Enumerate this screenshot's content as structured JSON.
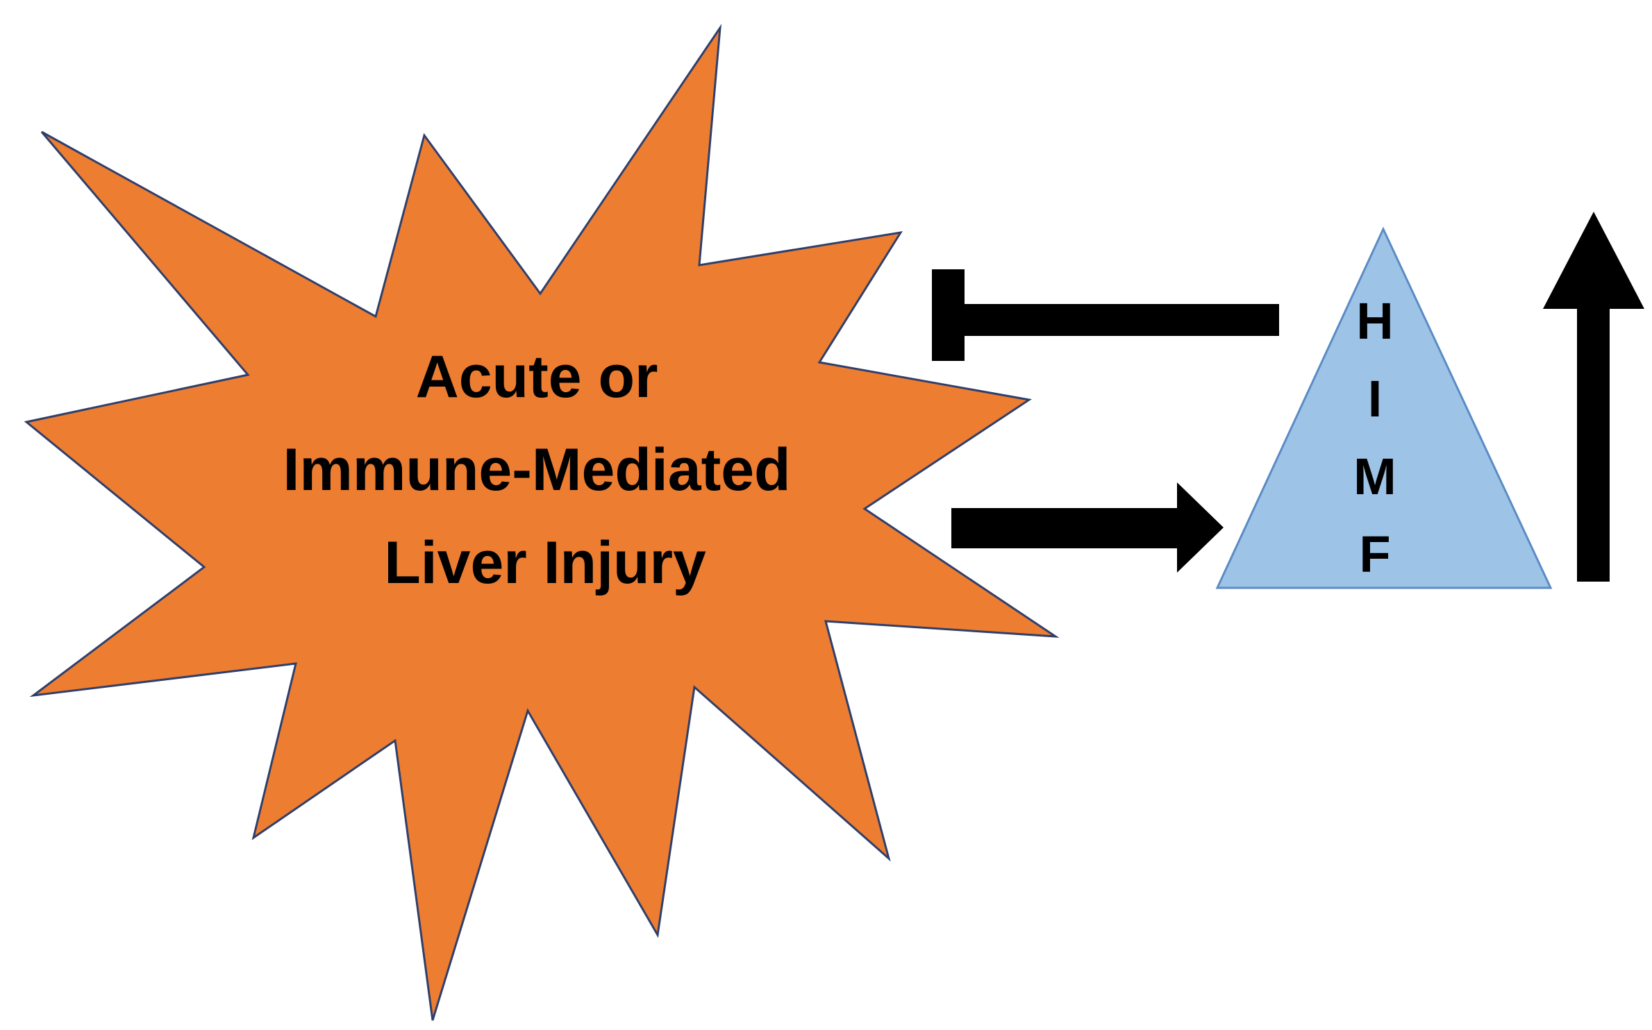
{
  "injury": {
    "lines": [
      "Acute or",
      "Immune-Mediated",
      "Liver Injury"
    ]
  },
  "triangle": {
    "letters": [
      "H",
      "I",
      "M",
      "F"
    ]
  },
  "colors": {
    "burst_fill": "#ED7D31",
    "burst_stroke": "#2F3F6B",
    "triangle_fill": "#9DC3E6",
    "triangle_stroke": "#5B8BC4",
    "arrow": "#000000",
    "text": "#000000"
  },
  "connections": [
    {
      "from": "triangle",
      "to": "injury",
      "type": "inhibition"
    },
    {
      "from": "injury",
      "to": "triangle",
      "type": "activation"
    },
    {
      "from": "triangle",
      "type": "increase"
    }
  ]
}
